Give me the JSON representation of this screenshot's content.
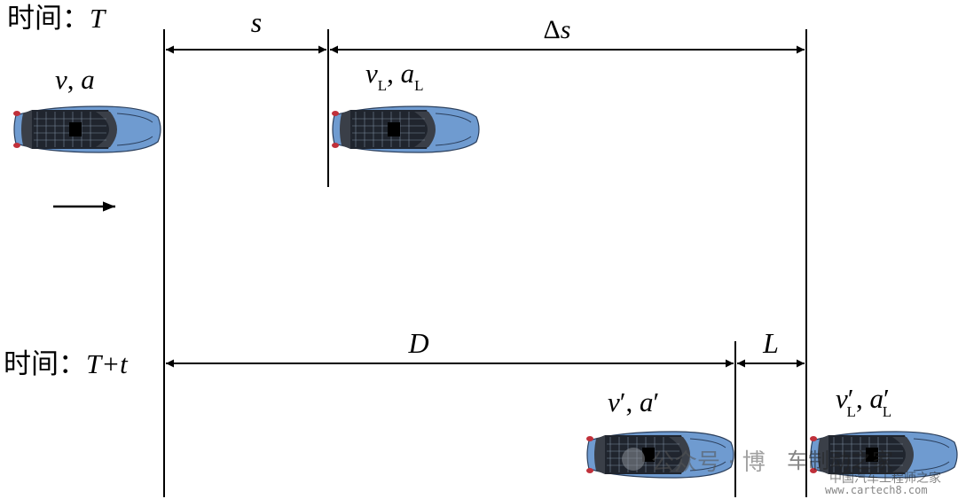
{
  "time_labels": {
    "top_prefix": "时间：",
    "top_var": "T",
    "bottom_prefix": "时间：",
    "bottom_var": "T+t"
  },
  "dimensions": {
    "s": "s",
    "delta": "Δ",
    "delta_s": "s",
    "D": "D",
    "L": "L"
  },
  "cars": {
    "follower_T": {
      "v": "v",
      "sep": ", ",
      "a": "a"
    },
    "leader_T": {
      "v": "v",
      "v_sub": "L",
      "sep": ", ",
      "a": "a",
      "a_sub": "L"
    },
    "follower_Tt": {
      "v": "v",
      "prime": "′",
      "sep": ", ",
      "a": "a"
    },
    "leader_Tt": {
      "v": "v",
      "prime": "′",
      "v_sub": "L",
      "sep": ", ",
      "a": "a",
      "a_sub": "L"
    }
  },
  "colors": {
    "car_body": "#6f9bd0",
    "car_roof": "#1a1f29",
    "car_glass": "#3a3f48",
    "line": "#000000"
  },
  "watermark": {
    "text1": "公众号 · 博",
    "text2": "车制动之家",
    "text3": "中国汽车工程师之家",
    "site": "www.cartech8.com"
  }
}
